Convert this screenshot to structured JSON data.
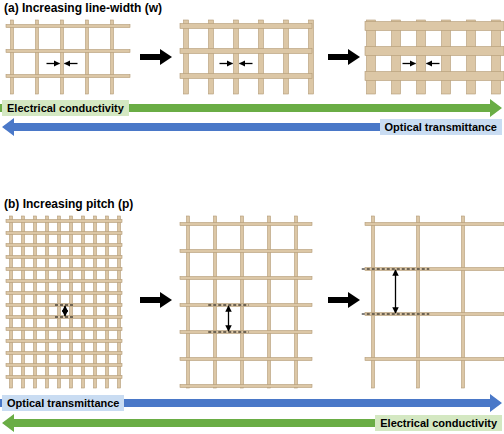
{
  "diagram": {
    "labels": [
      "(a) Increasing line-width (w)",
      "Electrical conductivity",
      "Optical transmittance",
      "(b) Increasing pitch (p)",
      "Optical transmittance",
      "Electrical conductivity"
    ]
  }
}
